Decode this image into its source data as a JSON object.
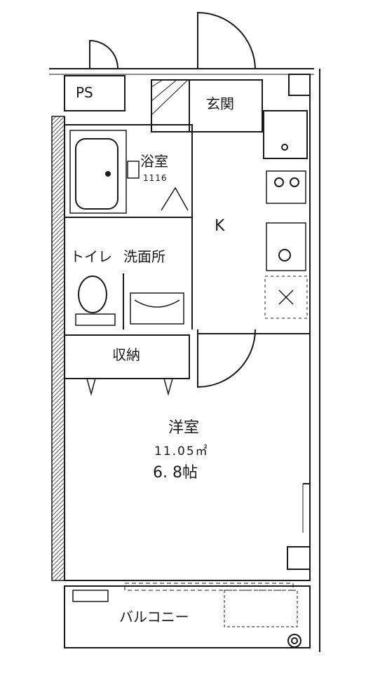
{
  "rooms": {
    "ps": "PS",
    "entrance": "玄関",
    "bath": "浴室",
    "bath_size": "1116",
    "kitchen": "K",
    "toilet": "トイレ",
    "washroom": "洗面所",
    "storage": "収納",
    "western_room": "洋室",
    "western_area": "11.05㎡",
    "western_tatami": "6. 8帖",
    "balcony": "バルコニー"
  },
  "colors": {
    "line": "#1a1a1a",
    "hatch": "#555555"
  }
}
